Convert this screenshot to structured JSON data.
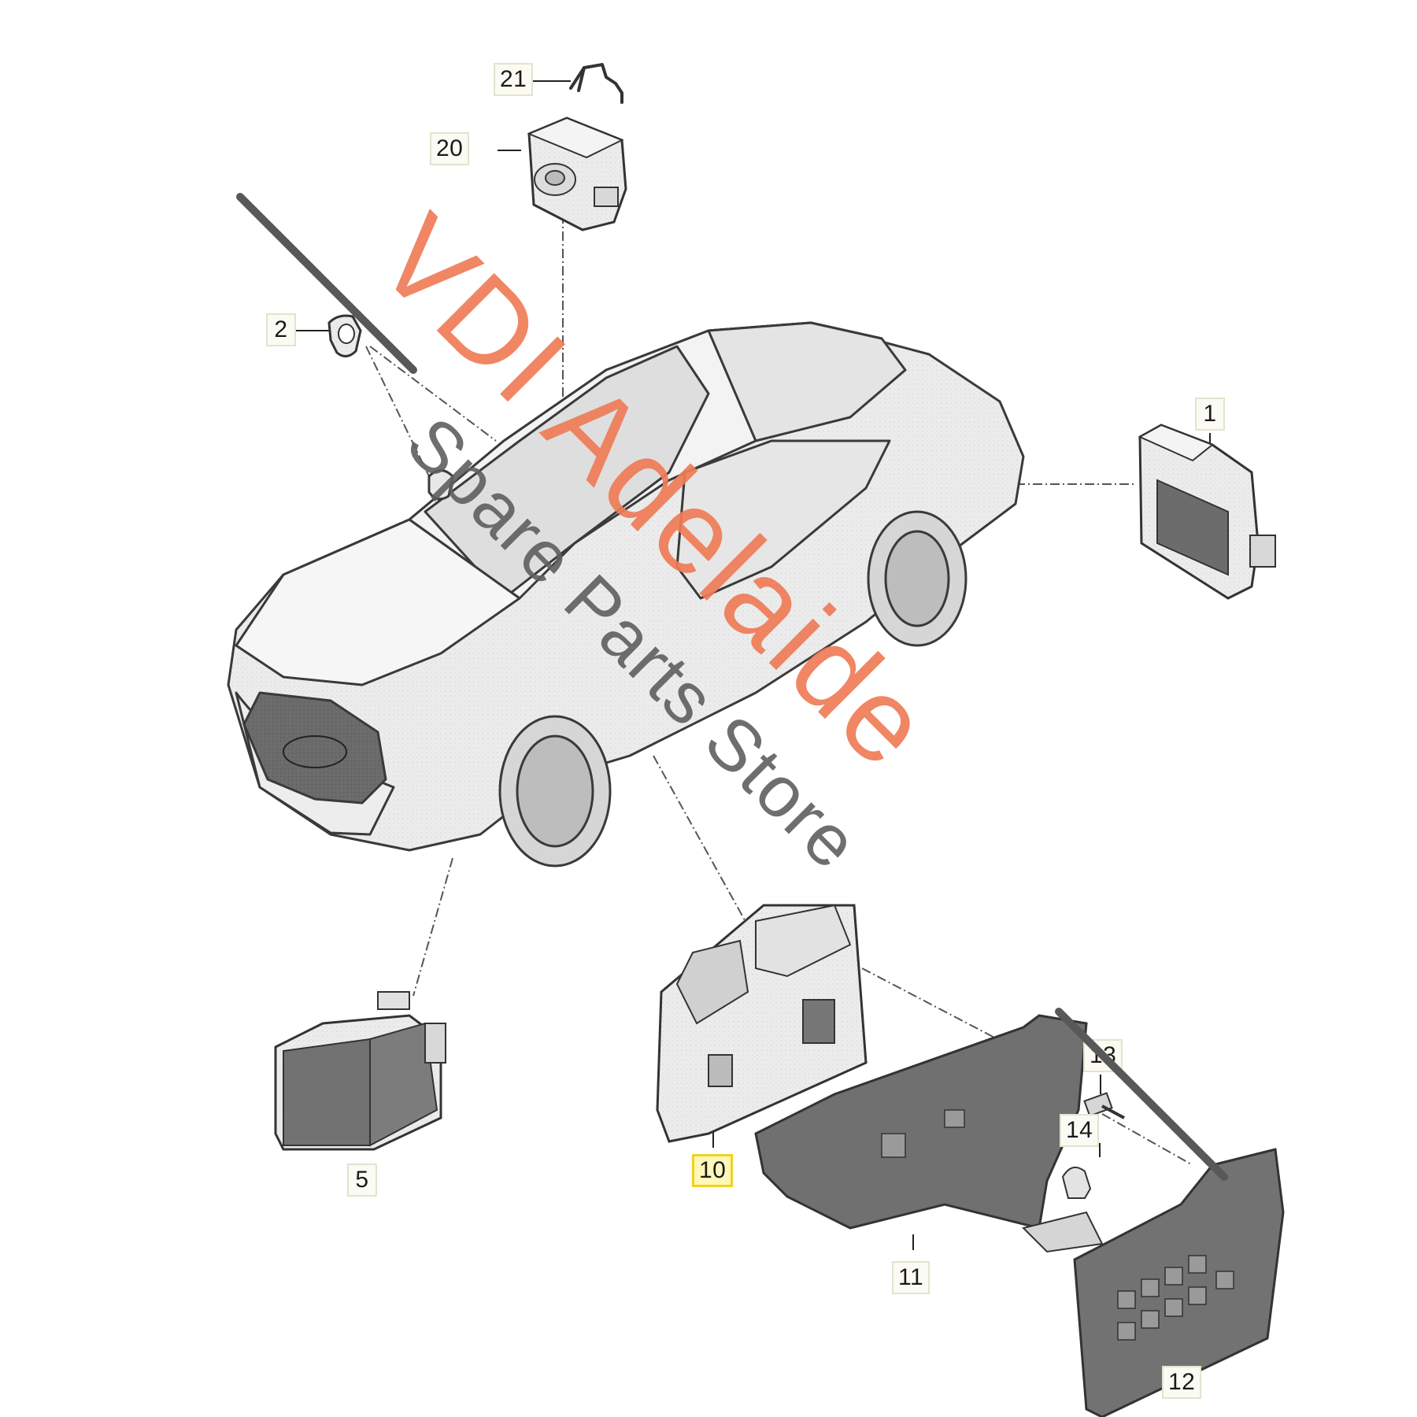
{
  "callouts": {
    "c1": "1",
    "c2": "2",
    "c5": "5",
    "c10": "10",
    "c11": "11",
    "c12": "12",
    "c13": "13",
    "c14": "14",
    "c20": "20",
    "c21": "21"
  },
  "highlighted_part": "10",
  "colors": {
    "watermark_primary": "#ef7c57",
    "watermark_secondary": "#5f5f5f",
    "highlight": "#f2d21c"
  },
  "watermark": {
    "line1": "VDI Adelaide",
    "line2": "Spare Parts Store"
  }
}
